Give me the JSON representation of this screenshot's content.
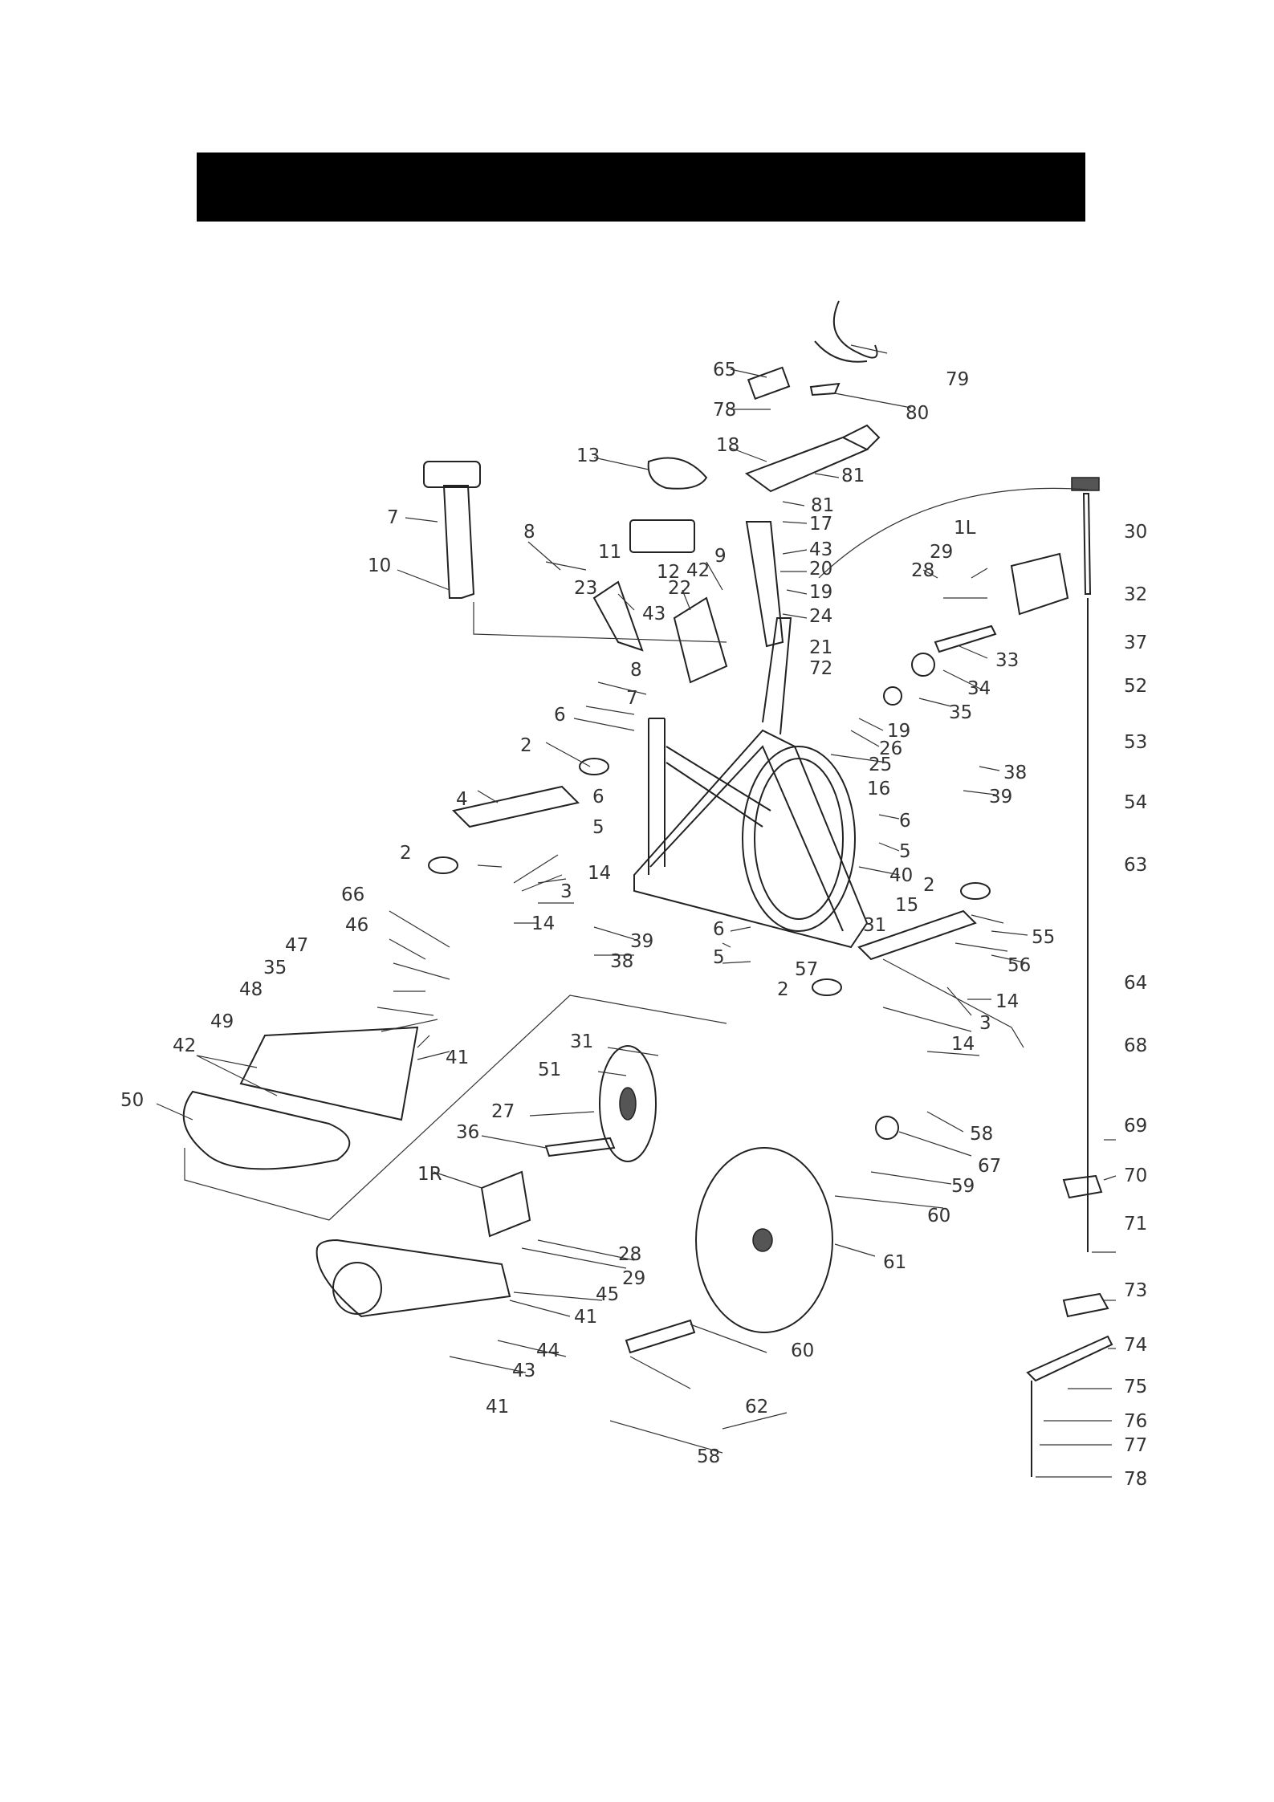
{
  "header": {
    "title": ""
  },
  "callouts": {
    "c1L": "1L",
    "c1R": "1R",
    "c2a": "2",
    "c2b": "2",
    "c2c": "2",
    "c2d": "2",
    "c3a": "3",
    "c3b": "3",
    "c4": "4",
    "c5a": "5",
    "c5b": "5",
    "c5c": "5",
    "c6a": "6",
    "c6b": "6",
    "c6c": "6",
    "c6d": "6",
    "c7a": "7",
    "c7b": "7",
    "c8a": "8",
    "c8b": "8",
    "c9": "9",
    "c10": "10",
    "c11": "11",
    "c12": "12",
    "c13": "13",
    "c14a": "14",
    "c14b": "14",
    "c14c": "14",
    "c14d": "14",
    "c15": "15",
    "c16": "16",
    "c17": "17",
    "c18": "18",
    "c19a": "19",
    "c19b": "19",
    "c20": "20",
    "c21": "21",
    "c22": "22",
    "c23": "23",
    "c24": "24",
    "c25": "25",
    "c26": "26",
    "c27": "27",
    "c28a": "28",
    "c28b": "28",
    "c29a": "29",
    "c29b": "29",
    "c30": "30",
    "c31a": "31",
    "c31b": "31",
    "c32": "32",
    "c33": "33",
    "c34": "34",
    "c35a": "35",
    "c35b": "35",
    "c36": "36",
    "c37": "37",
    "c38a": "38",
    "c38b": "38",
    "c39a": "39",
    "c39b": "39",
    "c40": "40",
    "c41a": "41",
    "c41b": "41",
    "c41c": "41",
    "c42a": "42",
    "c42b": "42",
    "c43a": "43",
    "c43b": "43",
    "c43c": "43",
    "c44": "44",
    "c45": "45",
    "c46": "46",
    "c47": "47",
    "c48": "48",
    "c49": "49",
    "c50": "50",
    "c51": "51",
    "c52": "52",
    "c53": "53",
    "c54": "54",
    "c55": "55",
    "c56": "56",
    "c57": "57",
    "c58a": "58",
    "c58b": "58",
    "c59": "59",
    "c60a": "60",
    "c60b": "60",
    "c61": "61",
    "c62": "62",
    "c63": "63",
    "c64": "64",
    "c65": "65",
    "c66": "66",
    "c67": "67",
    "c68": "68",
    "c69": "69",
    "c70": "70",
    "c71": "71",
    "c72": "72",
    "c73": "73",
    "c74": "74",
    "c75": "75",
    "c76": "76",
    "c77": "77",
    "c78a": "78",
    "c78b": "78",
    "c79": "79",
    "c80": "80",
    "c81a": "81",
    "c81b": "81"
  }
}
